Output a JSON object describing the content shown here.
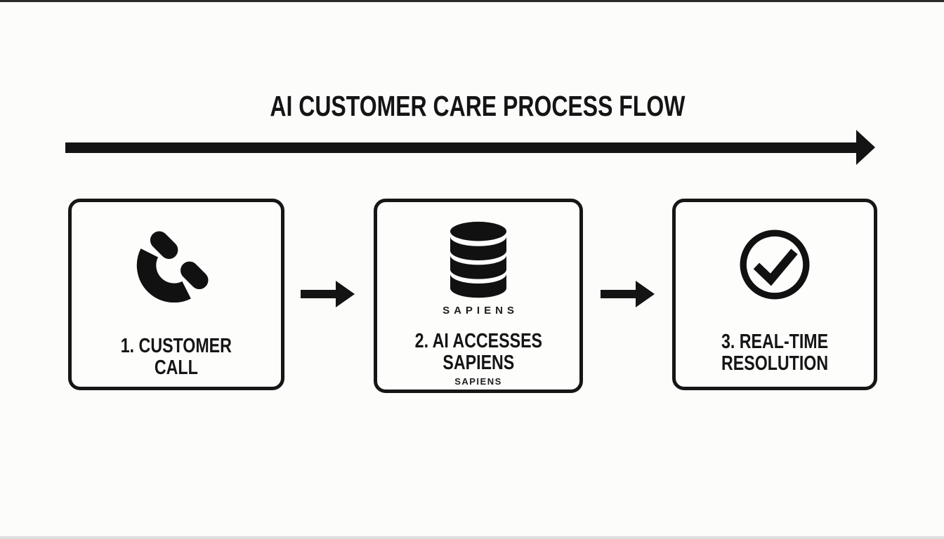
{
  "title": "AI CUSTOMER CARE PROCESS FLOW",
  "colors": {
    "ink": "#161616",
    "background": "#fcfcfb",
    "box_border": "#161616",
    "bottom_edge": "#dcdfde"
  },
  "flow": {
    "direction": "left-to-right",
    "top_arrow_icon": "right-arrow-icon",
    "connector_arrow_icon": "right-arrow-icon"
  },
  "steps": [
    {
      "icon": "phone-receiver-icon",
      "label_line1": "1. CUSTOMER",
      "label_line2": "CALL"
    },
    {
      "icon": "database-icon",
      "icon_caption": "SAPIENS",
      "label_line1": "2. AI ACCESSES",
      "label_line2": "SAPIENS",
      "sub_label": "SAPIENS"
    },
    {
      "icon": "check-circle-icon",
      "label_line1": "3. REAL-TIME",
      "label_line2": "RESOLUTION"
    }
  ]
}
